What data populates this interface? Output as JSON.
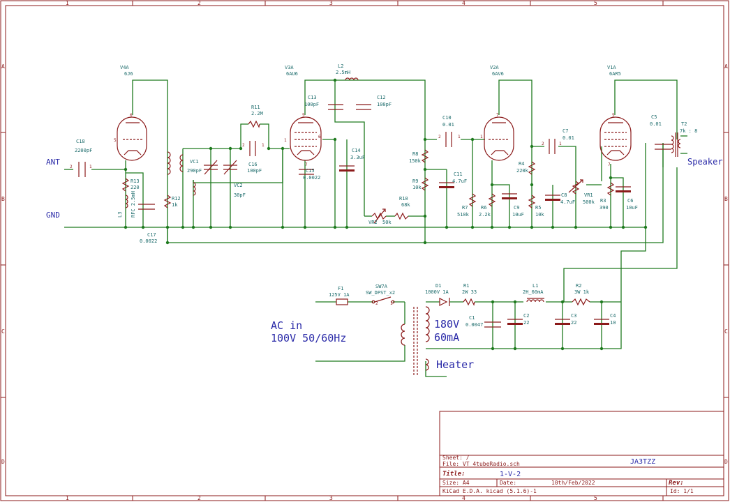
{
  "frame": {
    "columns": [
      "1",
      "2",
      "3",
      "4",
      "5"
    ],
    "rows": [
      "A",
      "B",
      "C",
      "D"
    ]
  },
  "net_labels": {
    "ant": "ANT",
    "gnd": "GND",
    "speaker": "Speaker",
    "ac_in_line1": "AC in",
    "ac_in_line2": "100V  50/60Hz",
    "tr_v": "180V",
    "tr_ma": "60mA",
    "heater": "Heater"
  },
  "components": [
    {
      "key": "V4A",
      "ref": "V4A",
      "value": "6J6"
    },
    {
      "key": "V3A",
      "ref": "V3A",
      "value": "6AU6"
    },
    {
      "key": "V2A",
      "ref": "V2A",
      "value": "6AV6"
    },
    {
      "key": "V1A",
      "ref": "V1A",
      "value": "6AR5"
    },
    {
      "key": "L2",
      "ref": "L2",
      "value": "2.5mH"
    },
    {
      "key": "C13",
      "ref": "C13",
      "value": "100pF"
    },
    {
      "key": "C12",
      "ref": "C12",
      "value": "100pF"
    },
    {
      "key": "C18",
      "ref": "C18",
      "value": "2200pF"
    },
    {
      "key": "R13",
      "ref": "R13",
      "value": "220"
    },
    {
      "key": "L3",
      "ref": "L3",
      "value": "RFC 2.5mH"
    },
    {
      "key": "R12",
      "ref": "R12",
      "value": "1k"
    },
    {
      "key": "C17",
      "ref": "C17",
      "value": "0.0022"
    },
    {
      "key": "VC1",
      "ref": "VC1",
      "value": "290pF"
    },
    {
      "key": "VC2",
      "ref": "VC2",
      "value": "30pF"
    },
    {
      "key": "R11",
      "ref": "R11",
      "value": "2.2M"
    },
    {
      "key": "C16",
      "ref": "C16",
      "value": "100pF"
    },
    {
      "key": "C15",
      "ref": "C15",
      "value": "0.0022"
    },
    {
      "key": "C14",
      "ref": "C14",
      "value": "3.3uF"
    },
    {
      "key": "R10",
      "ref": "R10",
      "value": "68k"
    },
    {
      "key": "VR2",
      "ref": "VR2",
      "value": "50k"
    },
    {
      "key": "R8",
      "ref": "R8",
      "value": "150k"
    },
    {
      "key": "R9",
      "ref": "R9",
      "value": "10k"
    },
    {
      "key": "C10",
      "ref": "C10",
      "value": "0.01"
    },
    {
      "key": "C11",
      "ref": "C11",
      "value": "4.7uF"
    },
    {
      "key": "R7",
      "ref": "R7",
      "value": "510k"
    },
    {
      "key": "R6",
      "ref": "R6",
      "value": "2.2k"
    },
    {
      "key": "C9",
      "ref": "C9",
      "value": "10uF"
    },
    {
      "key": "C7",
      "ref": "C7",
      "value": "0.01"
    },
    {
      "key": "R4",
      "ref": "R4",
      "value": "220k"
    },
    {
      "key": "R5",
      "ref": "R5",
      "value": "10k"
    },
    {
      "key": "C8",
      "ref": "C8",
      "value": "4.7uF"
    },
    {
      "key": "VR1",
      "ref": "VR1",
      "value": "500k"
    },
    {
      "key": "R3",
      "ref": "R3",
      "value": "390"
    },
    {
      "key": "C6",
      "ref": "C6",
      "value": "10uF"
    },
    {
      "key": "C5",
      "ref": "C5",
      "value": "0.01"
    },
    {
      "key": "T2",
      "ref": "T2",
      "value": "7k : 8"
    },
    {
      "key": "F1",
      "ref": "F1",
      "value": "125V  1A"
    },
    {
      "key": "SW7A",
      "ref": "SW7A",
      "value": "SW_DPST_x2"
    },
    {
      "key": "D1",
      "ref": "D1",
      "value": "1000V  1A"
    },
    {
      "key": "R1",
      "ref": "R1",
      "value": "2W  33"
    },
    {
      "key": "C1",
      "ref": "C1",
      "value": "0.0047"
    },
    {
      "key": "C2",
      "ref": "C2",
      "value": "22"
    },
    {
      "key": "L1",
      "ref": "L1",
      "value": "2H_60mA"
    },
    {
      "key": "R2",
      "ref": "R2",
      "value": "3W 1k"
    },
    {
      "key": "C3",
      "ref": "C3",
      "value": "22"
    },
    {
      "key": "C4",
      "ref": "C4",
      "value": "10"
    }
  ],
  "title_block": {
    "sheet_label": "Sheet: /",
    "file_label": "File: VT_4tubeRadio.sch",
    "company": "JA3TZZ",
    "title_label": "Title:",
    "title_value": "1-V-2",
    "size_label": "Size: A4",
    "date_label": "Date:",
    "date_value": "10th/Feb/2022",
    "rev_label": "Rev:",
    "generator": "KiCad E.D.A.  kicad (5.1.6)-1",
    "id": "Id: 1/1"
  },
  "colors": {
    "wire": "#1e7a1e",
    "component": "#8b1a1a",
    "label": "#2a2aa8",
    "reference": "#1a6a6a"
  }
}
